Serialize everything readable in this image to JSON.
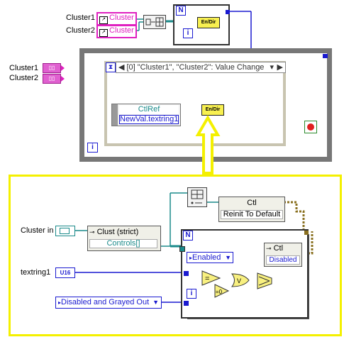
{
  "top_section": {
    "cluster1_label": "Cluster1",
    "cluster2_label": "Cluster2",
    "cluster1_ref": "Cluster",
    "cluster2_ref": "Cluster",
    "vi_icon": "En/Dir",
    "loop_count": "N",
    "loop_iter": "i"
  },
  "event_section": {
    "cluster1_ctl_label": "Cluster1",
    "cluster2_ctl_label": "Cluster2",
    "event_case_label": "[0] \"Cluster1\", \"Cluster2\": Value Change",
    "ctlref_label": "CtlRef",
    "newval_label": "NewVal.textring1",
    "vi_icon": "En/Dir",
    "loop_iter": "i"
  },
  "subvi_section": {
    "cluster_in_label": "Cluster in",
    "textring1_label": "textring1",
    "u16_type": "U16",
    "clust_strict_label": "Clust (strict)",
    "controls_label": "Controls[]",
    "ctl_label": "Ctl",
    "reinit_label": "Reinit To Default",
    "loop_count": "N",
    "enabled_label": "Enabled",
    "ctl2_label": "Ctl",
    "disabled_label": "Disabled",
    "disabled_grayed_label": "Disabled and Grayed Out",
    "loop_iter": "i",
    "zero_const": "=0",
    "or_label": "V"
  },
  "colors": {
    "highlight": "#f4f000",
    "frame": "#777777",
    "ref_pink": "#e020c0",
    "wire_blue": "#1a1ad0",
    "wire_teal": "#1a8a8a"
  }
}
